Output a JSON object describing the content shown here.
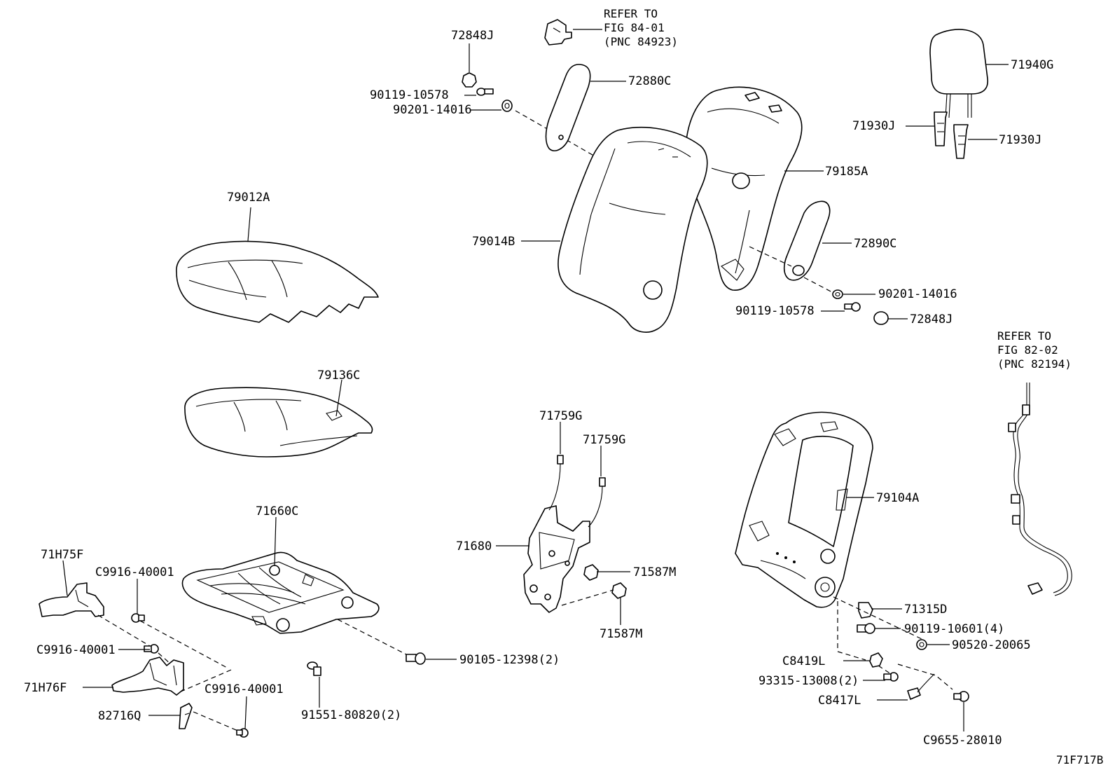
{
  "diagram": {
    "figure_code": "71F717B",
    "references": {
      "seatback_cover_ref": [
        "REFER TO",
        "FIG 84-01",
        "(PNC 84923)"
      ],
      "wire_harness_ref": [
        "REFER TO",
        "FIG 82-02",
        "(PNC 82194)"
      ]
    },
    "parts": {
      "p72848J_top": "72848J",
      "p90119_10578_top": "90119-10578",
      "p90201_14016_top": "90201-14016",
      "p72880C": "72880C",
      "p71940G": "71940G",
      "p71930J_left": "71930J",
      "p71930J_right": "71930J",
      "p79185A": "79185A",
      "p79012A": "79012A",
      "p79014B": "79014B",
      "p72890C": "72890C",
      "p90201_14016_mid": "90201-14016",
      "p90119_10578_mid": "90119-10578",
      "p72848J_mid": "72848J",
      "p79136C": "79136C",
      "p71759G_left": "71759G",
      "p71759G_right": "71759G",
      "p71660C": "71660C",
      "p71H75F": "71H75F",
      "pC9916_40001_a": "C9916-40001",
      "pC9916_40001_b": "C9916-40001",
      "pC9916_40001_c": "C9916-40001",
      "p71H76F": "71H76F",
      "p82716Q": "82716Q",
      "p91551_80820": "91551-80820(2)",
      "p90105_12398": "90105-12398(2)",
      "p71680": "71680",
      "p71587M_right": "71587M",
      "p71587M_bottom": "71587M",
      "p79104A": "79104A",
      "p71315D": "71315D",
      "p90119_10601": "90119-10601(4)",
      "p90520_20065": "90520-20065",
      "pC8419L": "C8419L",
      "p93315_13008": "93315-13008(2)",
      "pC8417L": "C8417L",
      "pC9655_28010": "C9655-28010"
    }
  }
}
